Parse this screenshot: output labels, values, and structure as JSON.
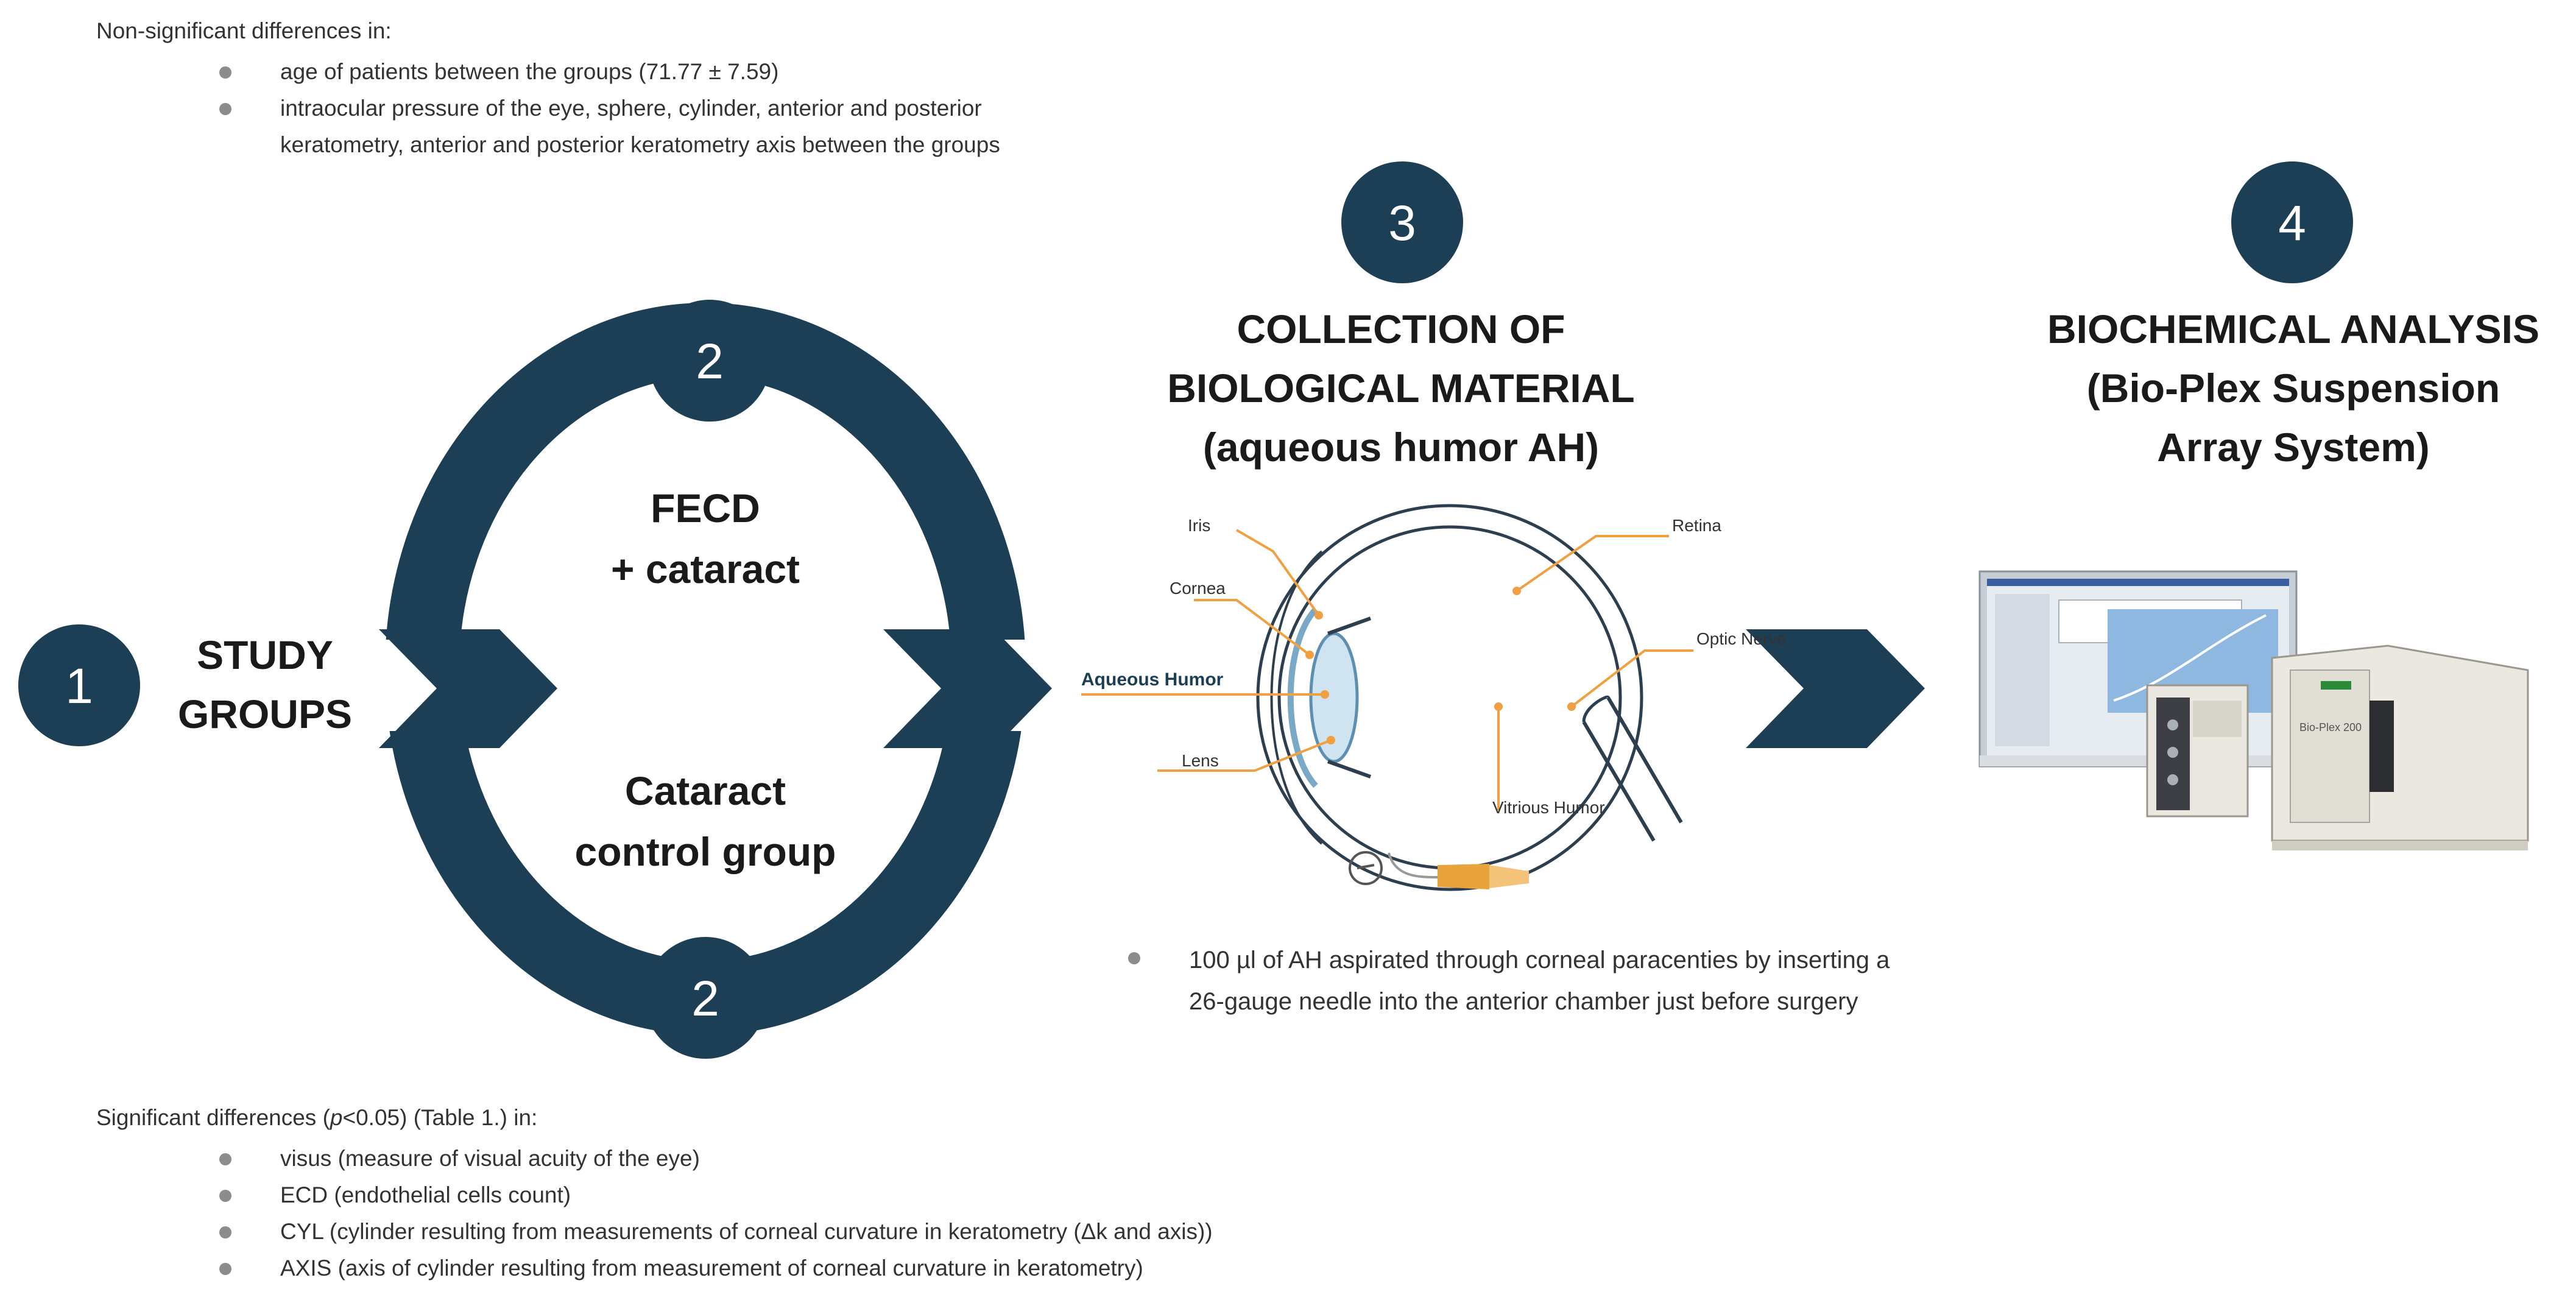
{
  "notes": {
    "non_significant": {
      "heading": "Non-significant differences in:",
      "items": [
        "age of patients between the groups (71.77 ± 7.59)",
        "intraocular pressure of the eye, sphere, cylinder, anterior and posterior keratometry, anterior and posterior keratometry axis between the groups"
      ]
    },
    "significant": {
      "heading_prefix": "Significant differences (",
      "heading_p": "p",
      "heading_suffix": "<0.05) (Table 1.) in:",
      "items": [
        "visus (measure of visual acuity of the eye)",
        "ECD (endothelial cells count)",
        "CYL (cylinder resulting from measurements of corneal curvature in keratometry (Δk and axis))",
        "AXIS (axis of cylinder resulting from measurement of corneal curvature in keratometry)"
      ]
    }
  },
  "steps": {
    "step1": {
      "number": "1",
      "line1": "STUDY",
      "line2": "GROUPS"
    },
    "step2": {
      "number_top": "2",
      "number_bottom": "2"
    },
    "step3": {
      "number": "3",
      "line1": "COLLECTION OF",
      "line2": "BIOLOGICAL MATERIAL",
      "line3": "(aqueous humor AH)",
      "note": "100 µl of AH aspirated through corneal paracenties by inserting a 26-gauge needle into the anterior chamber just before surgery"
    },
    "step4": {
      "number": "4",
      "line1": "BIOCHEMICAL ANALYSIS",
      "line2": "(Bio-Plex Suspension",
      "line3": "Array System)"
    }
  },
  "groups": {
    "top": {
      "line1": "FECD",
      "line2": "+ cataract"
    },
    "bottom": {
      "line1": "Cataract",
      "line2": "control group"
    }
  },
  "eye_labels": {
    "iris": "Iris",
    "cornea": "Cornea",
    "aqueous": "Aqueous Humor",
    "lens": "Lens",
    "retina": "Retina",
    "optic": "Optic Nerve",
    "vitreous": "Vitrious Humor"
  },
  "instrument_label": "Bio-Plex 200",
  "colors": {
    "primary": "#1d3f55",
    "accent": "#f0a040",
    "text": "#333333",
    "bullet": "#8c8c8c"
  },
  "icons": {
    "flow_arrow": "chevron-arrow-icon",
    "eye": "eye-anatomy-icon",
    "syringe": "needle-icon",
    "instrument": "bioplex-system-icon"
  }
}
